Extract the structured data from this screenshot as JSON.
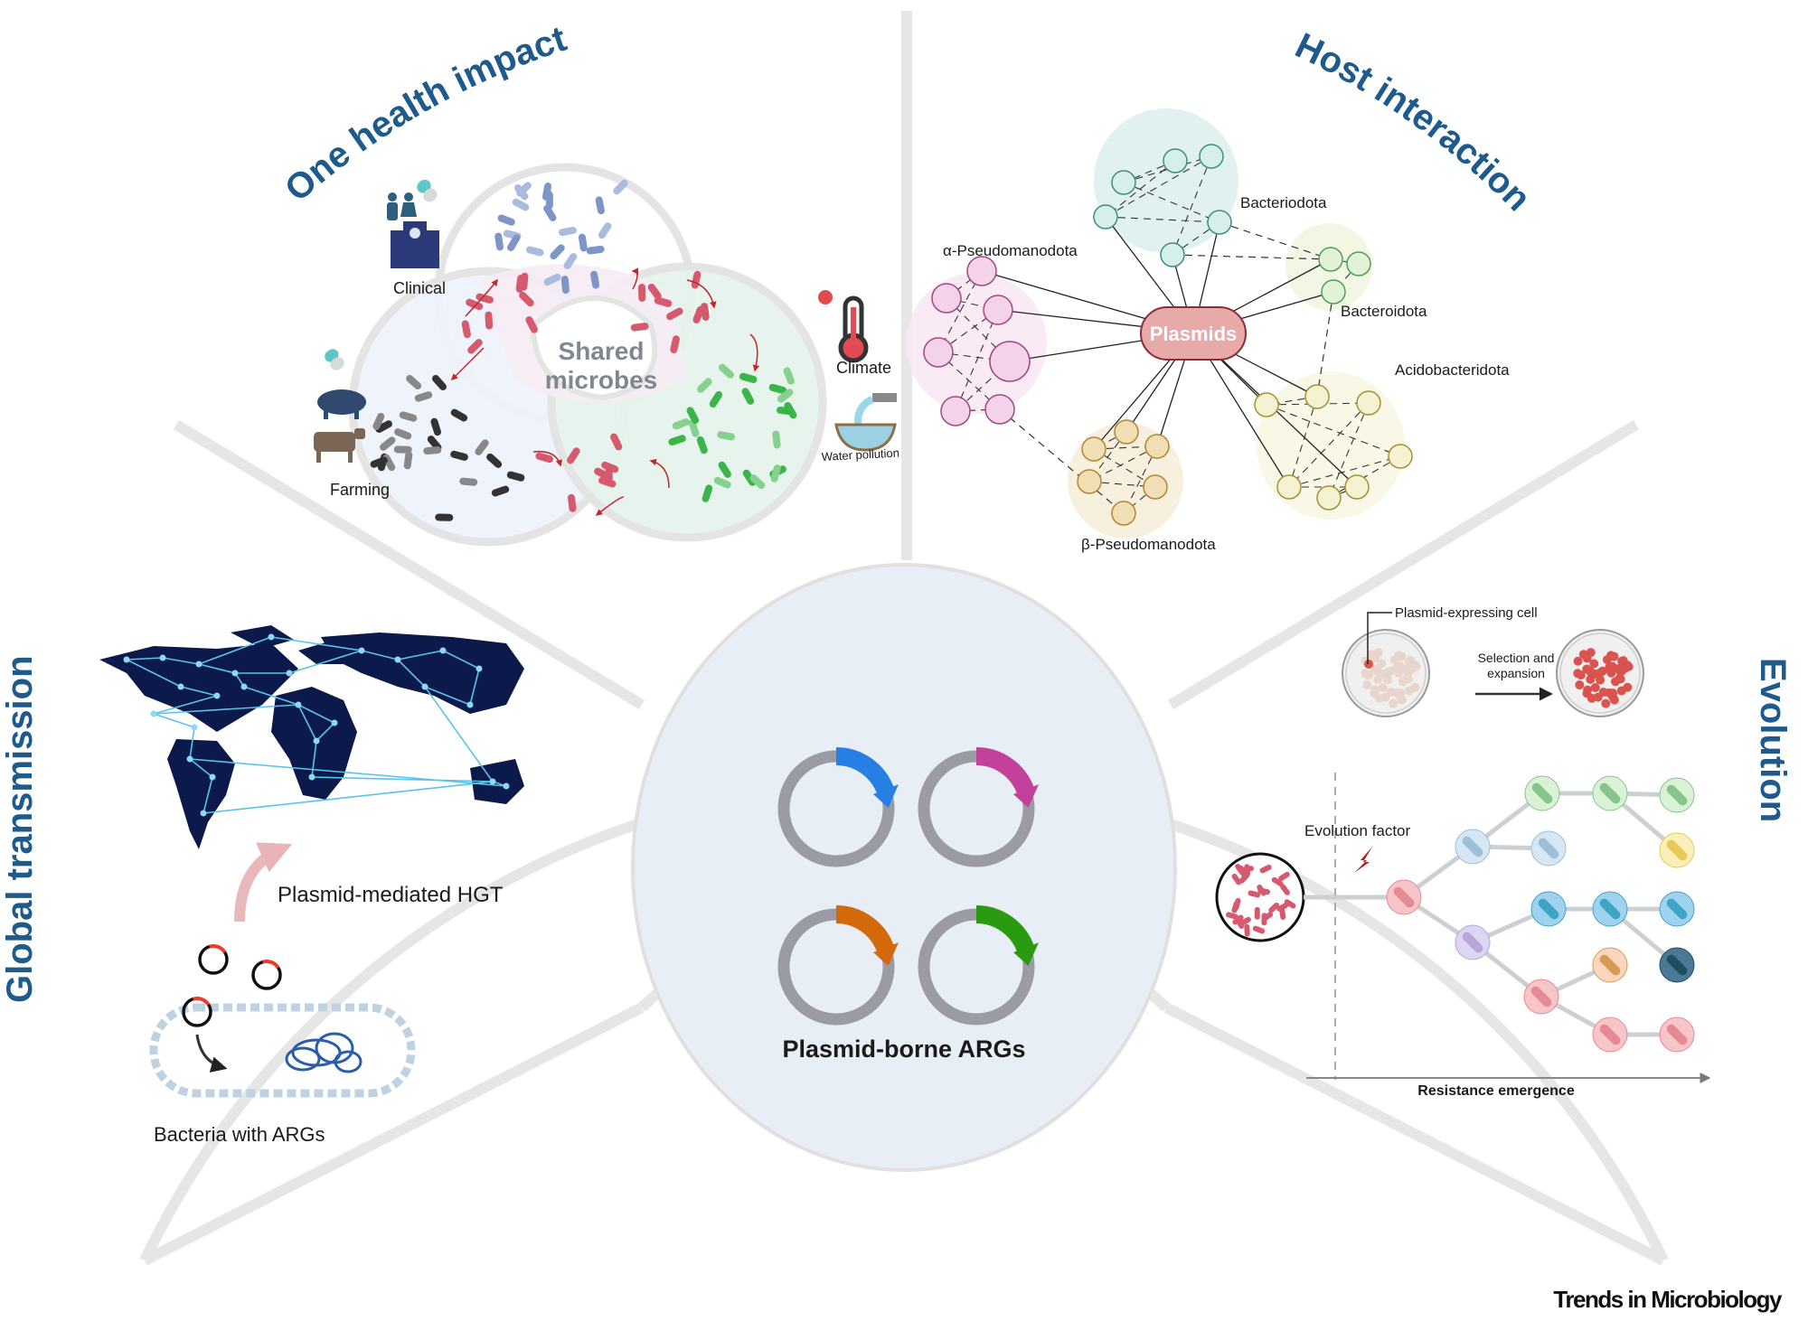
{
  "footer": {
    "journal": "Trends in Microbiology"
  },
  "center": {
    "title": "Plasmid-borne ARGs",
    "plasmids": [
      {
        "name": "plasmid-blue",
        "color": "#2680e3"
      },
      {
        "name": "plasmid-magenta",
        "color": "#c3419a"
      },
      {
        "name": "plasmid-orange",
        "color": "#d4690c"
      },
      {
        "name": "plasmid-green",
        "color": "#2a9b10"
      }
    ],
    "ring_color": "#9b9ba6",
    "bg_color": "#e8eef5"
  },
  "sections": {
    "one_health": {
      "title": "One health impact",
      "venn_center_label_1": "Shared",
      "venn_center_label_2": "microbes",
      "sources": [
        "Clinical",
        "Farming",
        "Climate",
        "Water pollution"
      ]
    },
    "host_interaction": {
      "title": "Host interaction",
      "hub": "Plasmids",
      "clusters": [
        {
          "label": "Bacteriodota",
          "fill": "#dcefed",
          "node": "#d6efea",
          "stroke": "#3d8f7c"
        },
        {
          "label": "Bacteroidota",
          "fill": "#eef5e0",
          "node": "#e2f2d9",
          "stroke": "#4f9e52"
        },
        {
          "label": "α-Pseudomanodota",
          "fill": "#f8e6f3",
          "node": "#f4d3ea",
          "stroke": "#a0487e"
        },
        {
          "label": "β-Pseudomanodota",
          "fill": "#f6edd8",
          "node": "#f2deb5",
          "stroke": "#b38434"
        },
        {
          "label": "Acidobacteridota",
          "fill": "#f8f6e2",
          "node": "#f5f2d2",
          "stroke": "#a68f38"
        }
      ]
    },
    "global_transmission": {
      "title": "Global transmission",
      "hgt_label": "Plasmid-mediated HGT",
      "bacteria_label": "Bacteria with ARGs"
    },
    "evolution": {
      "title": "Evolution",
      "cell_label": "Plasmid-expressing cell",
      "selection_label_1": "Selection and",
      "selection_label_2": "expansion",
      "factor_label": "Evolution factor",
      "axis_label": "Resistance emergence"
    }
  }
}
